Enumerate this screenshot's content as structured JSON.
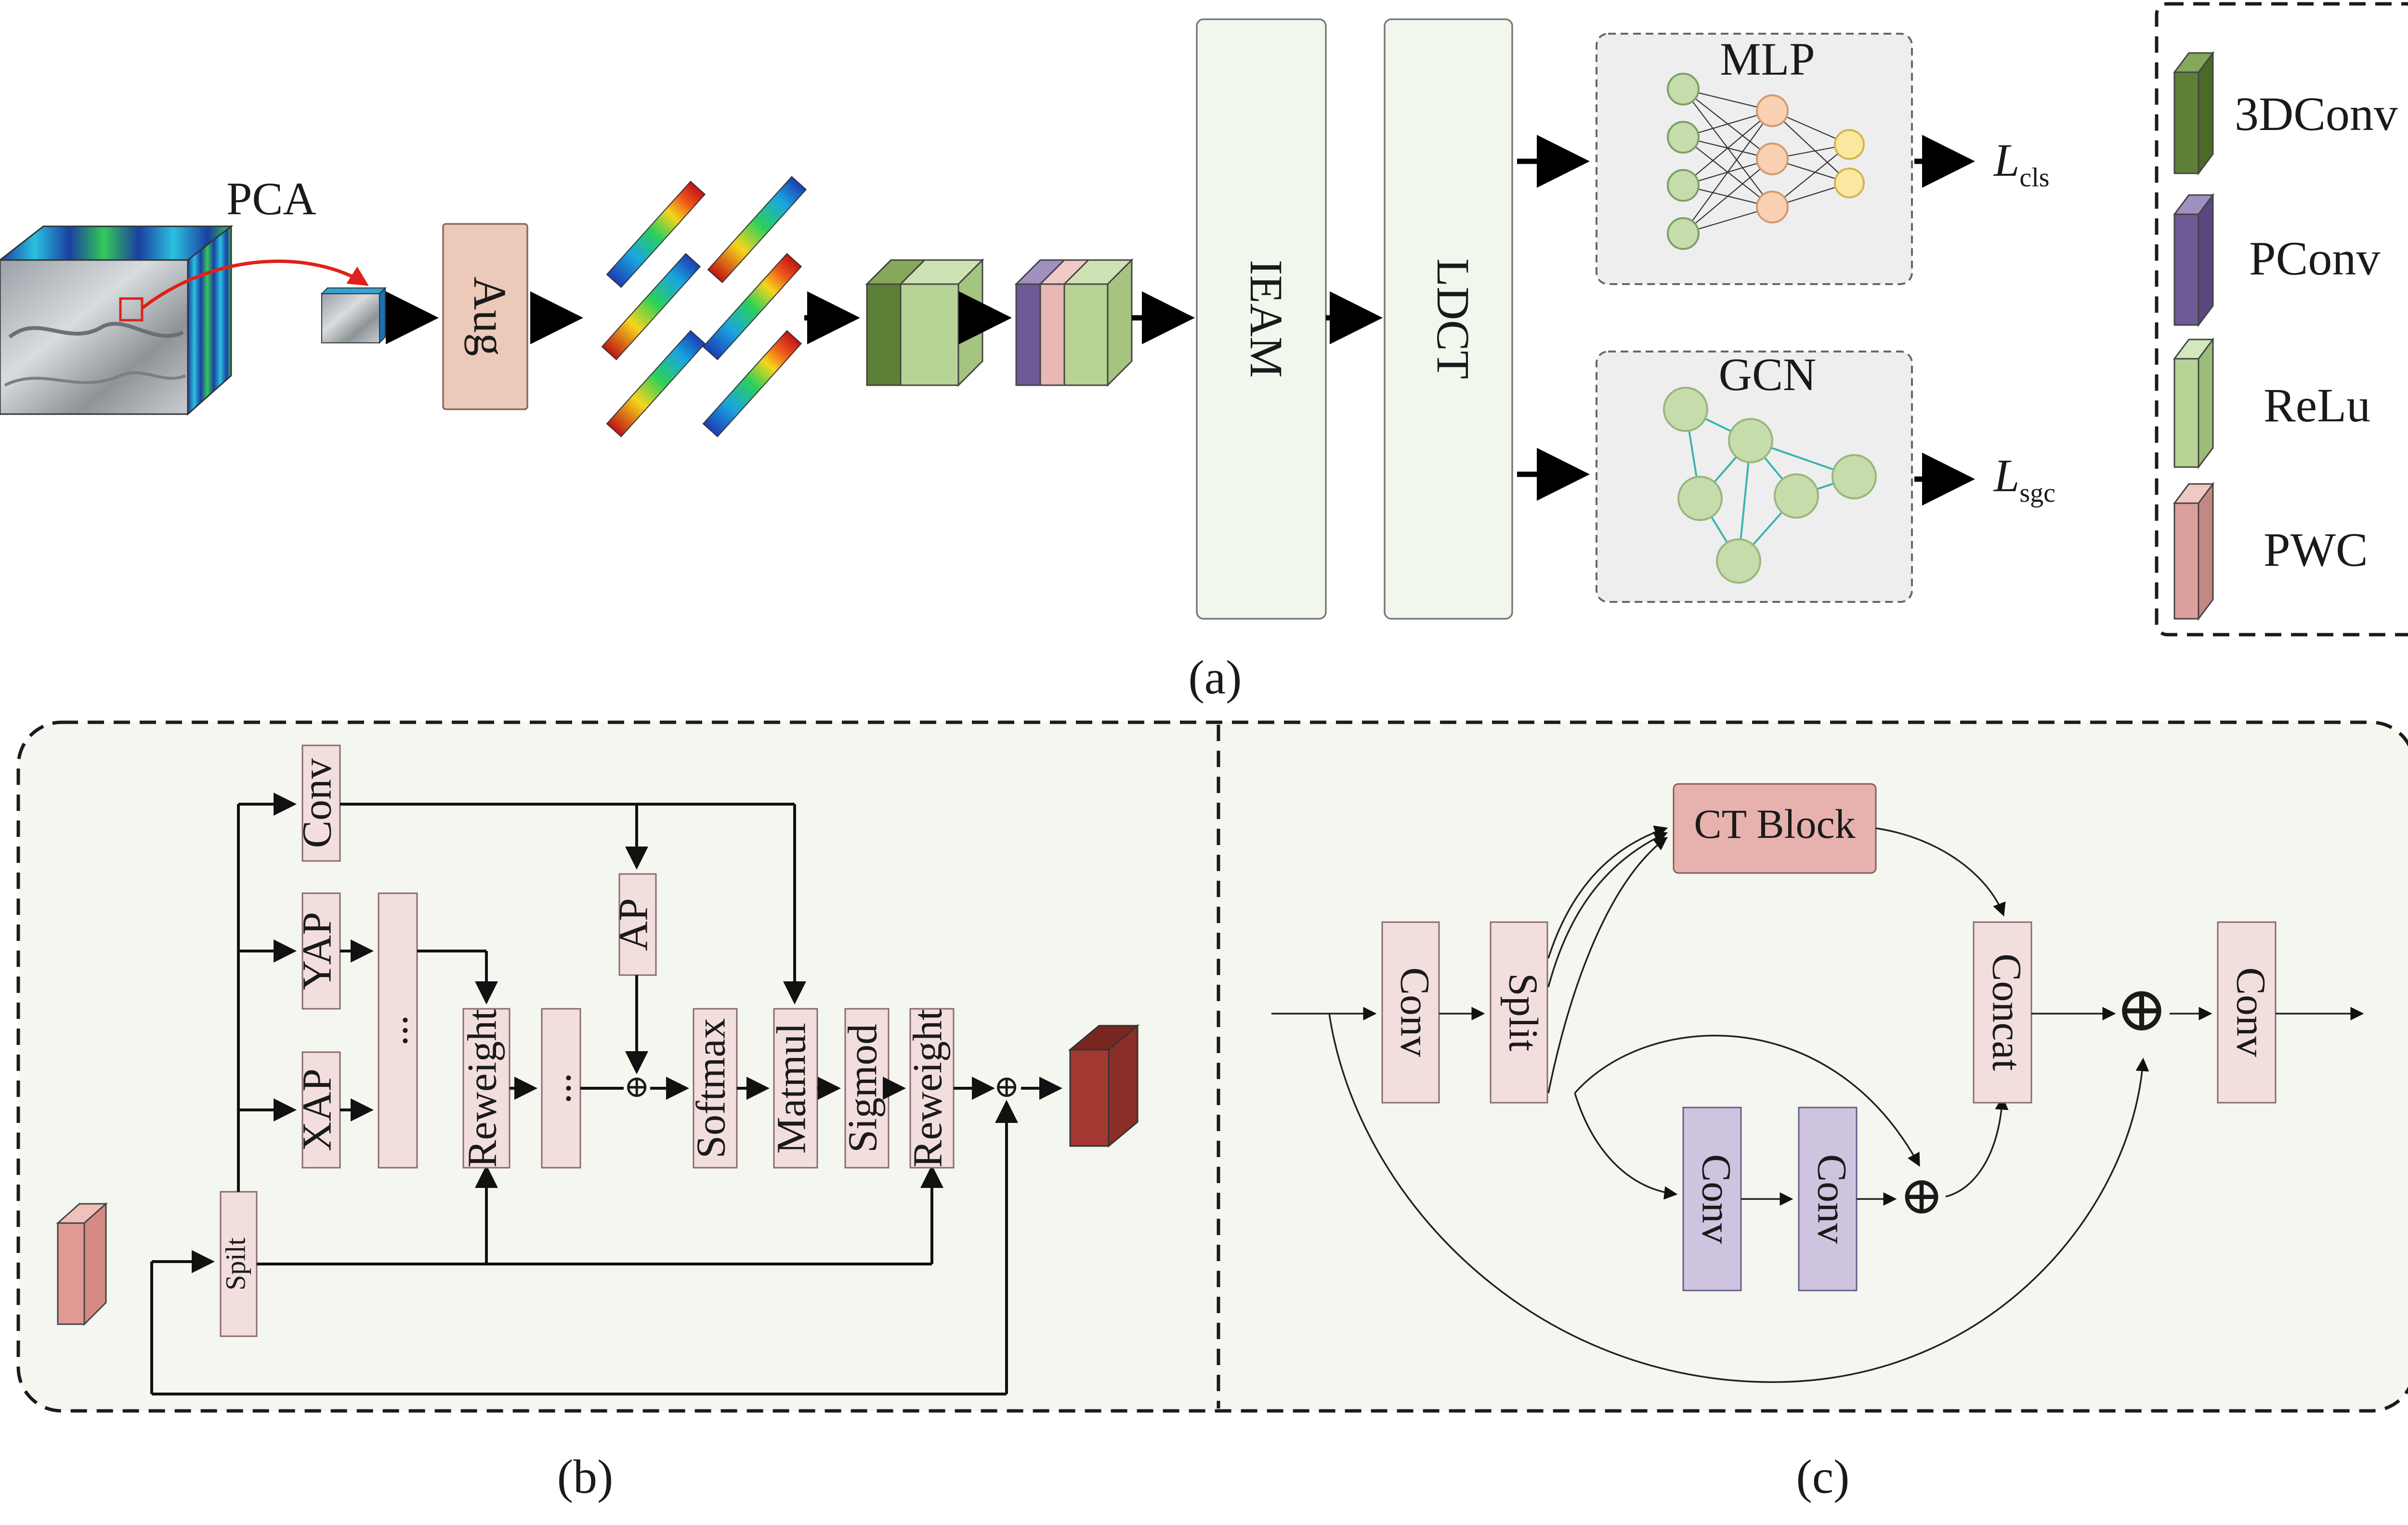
{
  "panel_a": {
    "pca_label": "PCA",
    "aug_label": "Aug",
    "ieam_label": "IEAM",
    "ldct_label": "LDCT",
    "mlp_label": "MLP",
    "gcn_label": "GCN",
    "loss_cls_main": "L",
    "loss_cls_sub": "cls",
    "loss_sgc_main": "L",
    "loss_sgc_sub": "sgc",
    "caption": "(a)"
  },
  "legend": {
    "items": [
      {
        "label": "3DConv",
        "color": "#5e7f36"
      },
      {
        "label": "PConv",
        "color": "#6d5a96"
      },
      {
        "label": "ReLu",
        "color": "#b7d496"
      },
      {
        "label": "PWC",
        "color": "#dba09c"
      }
    ]
  },
  "panel_b": {
    "caption": "(b)",
    "split_label": "Spilt",
    "conv_label": "Conv",
    "yap_label": "YAP",
    "xap_label": "XAP",
    "ellipsis": "...",
    "reweight_label": "Reweight",
    "ellipsis2": "...",
    "ap_label": "AP",
    "plus": "⊕",
    "softmax_label": "Softmax",
    "matmul_label": "Matmul",
    "sigmod_label": "Sigmod",
    "reweight2_label": "Reweight",
    "plus2": "⊕"
  },
  "panel_c": {
    "caption": "(c)",
    "conv1_label": "Conv",
    "split_label": "Split",
    "ctblock_label": "CT Block",
    "concat_label": "Concat",
    "conv2_label": "Conv",
    "conv3_label": "Conv",
    "conv4_label": "Conv",
    "plus_small": "⊕",
    "plus_big": "⊕"
  },
  "colors": {
    "conv3d": "#5e7f36",
    "pconv": "#6d5a96",
    "relu": "#b7d496",
    "pwc": "#dba09c",
    "panel_bg": "#f4f7ef"
  }
}
